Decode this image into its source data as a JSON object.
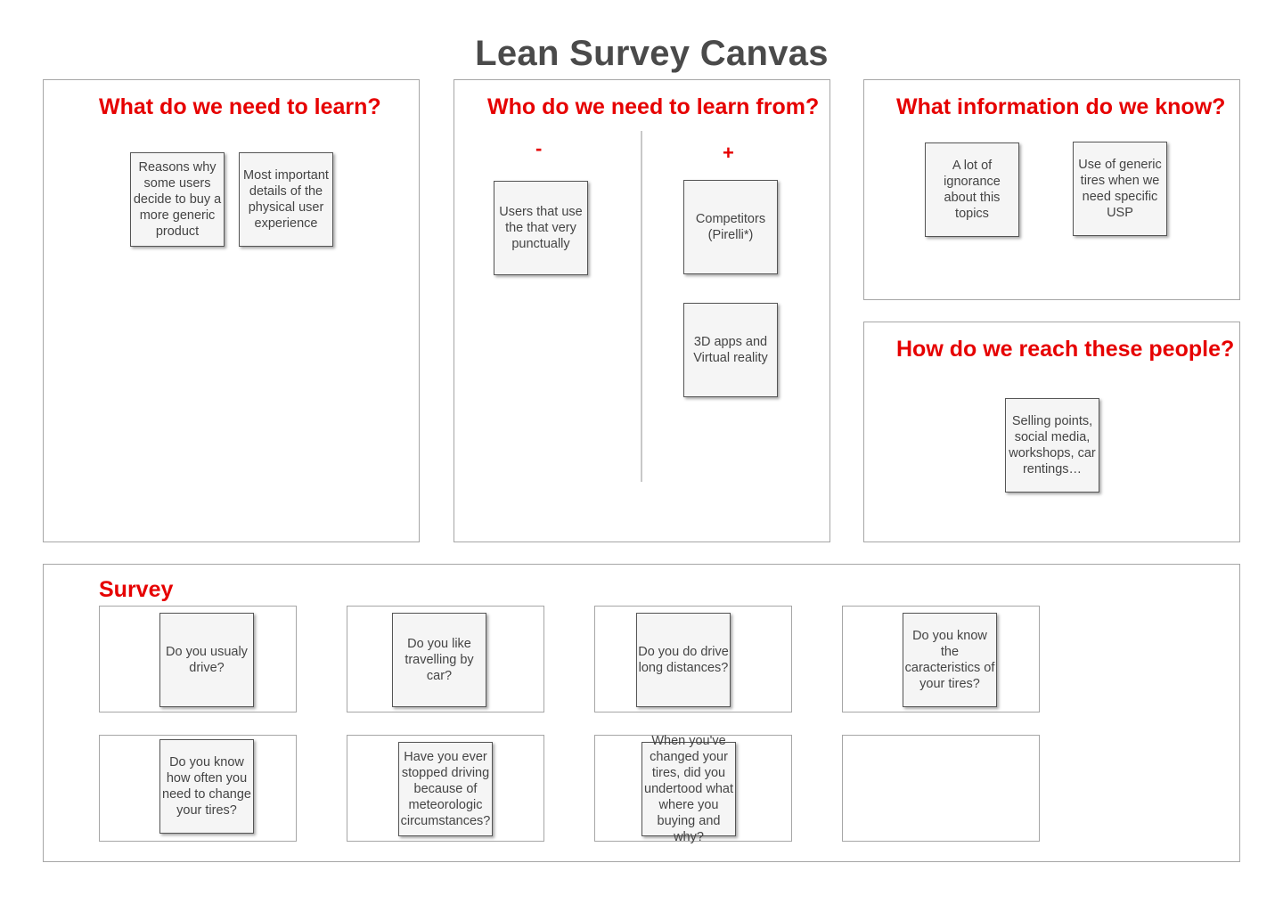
{
  "title": "Lean Survey Canvas",
  "colors": {
    "heading": "#e60000",
    "note_bg": "#f5f5f5",
    "border": "#a6a6a6"
  },
  "learn": {
    "heading": "What do we need to learn?",
    "notes": [
      "Reasons why some users decide to buy a more generic product",
      "Most important details of the physical user experience"
    ]
  },
  "who": {
    "heading": "Who do we need to learn from?",
    "minus_label": "-",
    "plus_label": "+",
    "minus_notes": [
      "Users that use the that very punctually"
    ],
    "plus_notes": [
      "Competitors (Pirelli*)",
      "3D apps and Virtual reality"
    ]
  },
  "know": {
    "heading": "What information do we know?",
    "notes": [
      "A lot of ignorance about this topics",
      "Use of generic tires when we need specific USP"
    ]
  },
  "reach": {
    "heading": "How do we reach these people?",
    "notes": [
      "Selling points, social media, workshops, car rentings…"
    ]
  },
  "survey": {
    "heading": "Survey",
    "questions": [
      "Do you usualy drive?",
      "Do you like travelling by car?",
      "Do you do drive long distances?",
      "Do you know the caracteristics of your tires?",
      "Do you know how often you need to change your tires?",
      "Have you ever stopped driving because of meteorologic circumstances?",
      "When you've changed your tires, did you undertood what where you buying and why?"
    ]
  }
}
